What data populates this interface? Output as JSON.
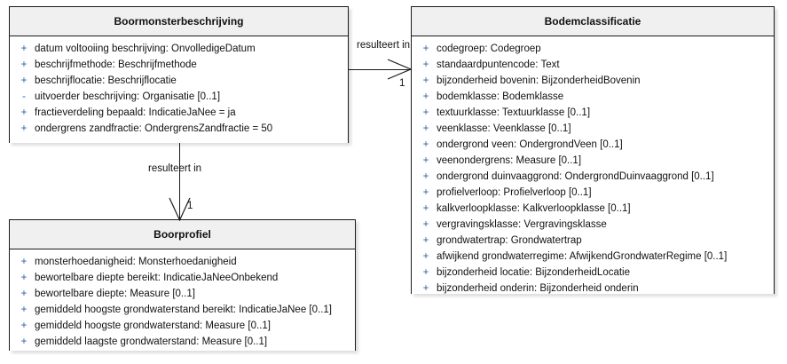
{
  "diagram": {
    "type": "uml-class-diagram",
    "background": "#ffffff",
    "header_fill": "#f0f0f0",
    "line_color": "#1a1a1a",
    "visibility_color": "#2b5f9e"
  },
  "classes": [
    {
      "id": "boormonsterbeschrijving",
      "name": "Boormonsterbeschrijving",
      "attributes": [
        {
          "visibility": "+",
          "text": "datum voltooiing beschrijving: OnvolledigeDatum"
        },
        {
          "visibility": "+",
          "text": "beschrijfmethode: Beschrijfmethode"
        },
        {
          "visibility": "+",
          "text": "beschrijflocatie: Beschrijflocatie"
        },
        {
          "visibility": "-",
          "text": "uitvoerder beschrijving: Organisatie [0..1]"
        },
        {
          "visibility": "+",
          "text": "fractieverdeling bepaald: IndicatieJaNee = ja"
        },
        {
          "visibility": "+",
          "text": "ondergrens zandfractie: OndergrensZandfractie = 50"
        }
      ]
    },
    {
      "id": "bodemclassificatie",
      "name": "Bodemclassificatie",
      "attributes": [
        {
          "visibility": "+",
          "text": "codegroep: Codegroep"
        },
        {
          "visibility": "+",
          "text": "standaardpuntencode: Text"
        },
        {
          "visibility": "+",
          "text": "bijzonderheid bovenin: BijzonderheidBovenin"
        },
        {
          "visibility": "+",
          "text": "bodemklasse: Bodemklasse"
        },
        {
          "visibility": "+",
          "text": "textuurklasse: Textuurklasse [0..1]"
        },
        {
          "visibility": "+",
          "text": "veenklasse: Veenklasse [0..1]"
        },
        {
          "visibility": "+",
          "text": "ondergrond veen: OndergrondVeen [0..1]"
        },
        {
          "visibility": "+",
          "text": "veenondergrens: Measure [0..1]"
        },
        {
          "visibility": "+",
          "text": "ondergrond duinvaaggrond: OndergrondDuinvaaggrond [0..1]"
        },
        {
          "visibility": "+",
          "text": "profielverloop: Profielverloop [0..1]"
        },
        {
          "visibility": "+",
          "text": "kalkverloopklasse: Kalkverloopklasse [0..1]"
        },
        {
          "visibility": "+",
          "text": "vergravingsklasse: Vergravingsklasse"
        },
        {
          "visibility": "+",
          "text": "grondwatertrap: Grondwatertrap"
        },
        {
          "visibility": "+",
          "text": "afwijkend grondwaterregime: AfwijkendGrondwaterRegime [0..1]"
        },
        {
          "visibility": "+",
          "text": "bijzonderheid locatie: BijzonderheidLocatie"
        },
        {
          "visibility": "+",
          "text": "bijzonderheid onderin: Bijzonderheid onderin"
        }
      ]
    },
    {
      "id": "boorprofiel",
      "name": "Boorprofiel",
      "attributes": [
        {
          "visibility": "+",
          "text": "monsterhoedanigheid: Monsterhoedanigheid"
        },
        {
          "visibility": "+",
          "text": "bewortelbare diepte bereikt: IndicatieJaNeeOnbekend"
        },
        {
          "visibility": "+",
          "text": "bewortelbare diepte: Measure [0..1]"
        },
        {
          "visibility": "+",
          "text": "gemiddeld hoogste grondwaterstand bereikt: IndicatieJaNee [0..1]"
        },
        {
          "visibility": "+",
          "text": "gemiddeld hoogste grondwaterstand: Measure [0..1]"
        },
        {
          "visibility": "+",
          "text": "gemiddeld laagste grondwaterstand: Measure [0..1]"
        }
      ]
    }
  ],
  "associations": [
    {
      "id": "assoc-top",
      "label": "resulteert in",
      "source": "Boormonsterbeschrijving",
      "target": "Bodemclassificatie",
      "target_multiplicity": "1",
      "direction": "right"
    },
    {
      "id": "assoc-bottom",
      "label": "resulteert in",
      "source": "Boormonsterbeschrijving",
      "target": "Boorprofiel",
      "target_multiplicity": "1",
      "direction": "down"
    }
  ]
}
